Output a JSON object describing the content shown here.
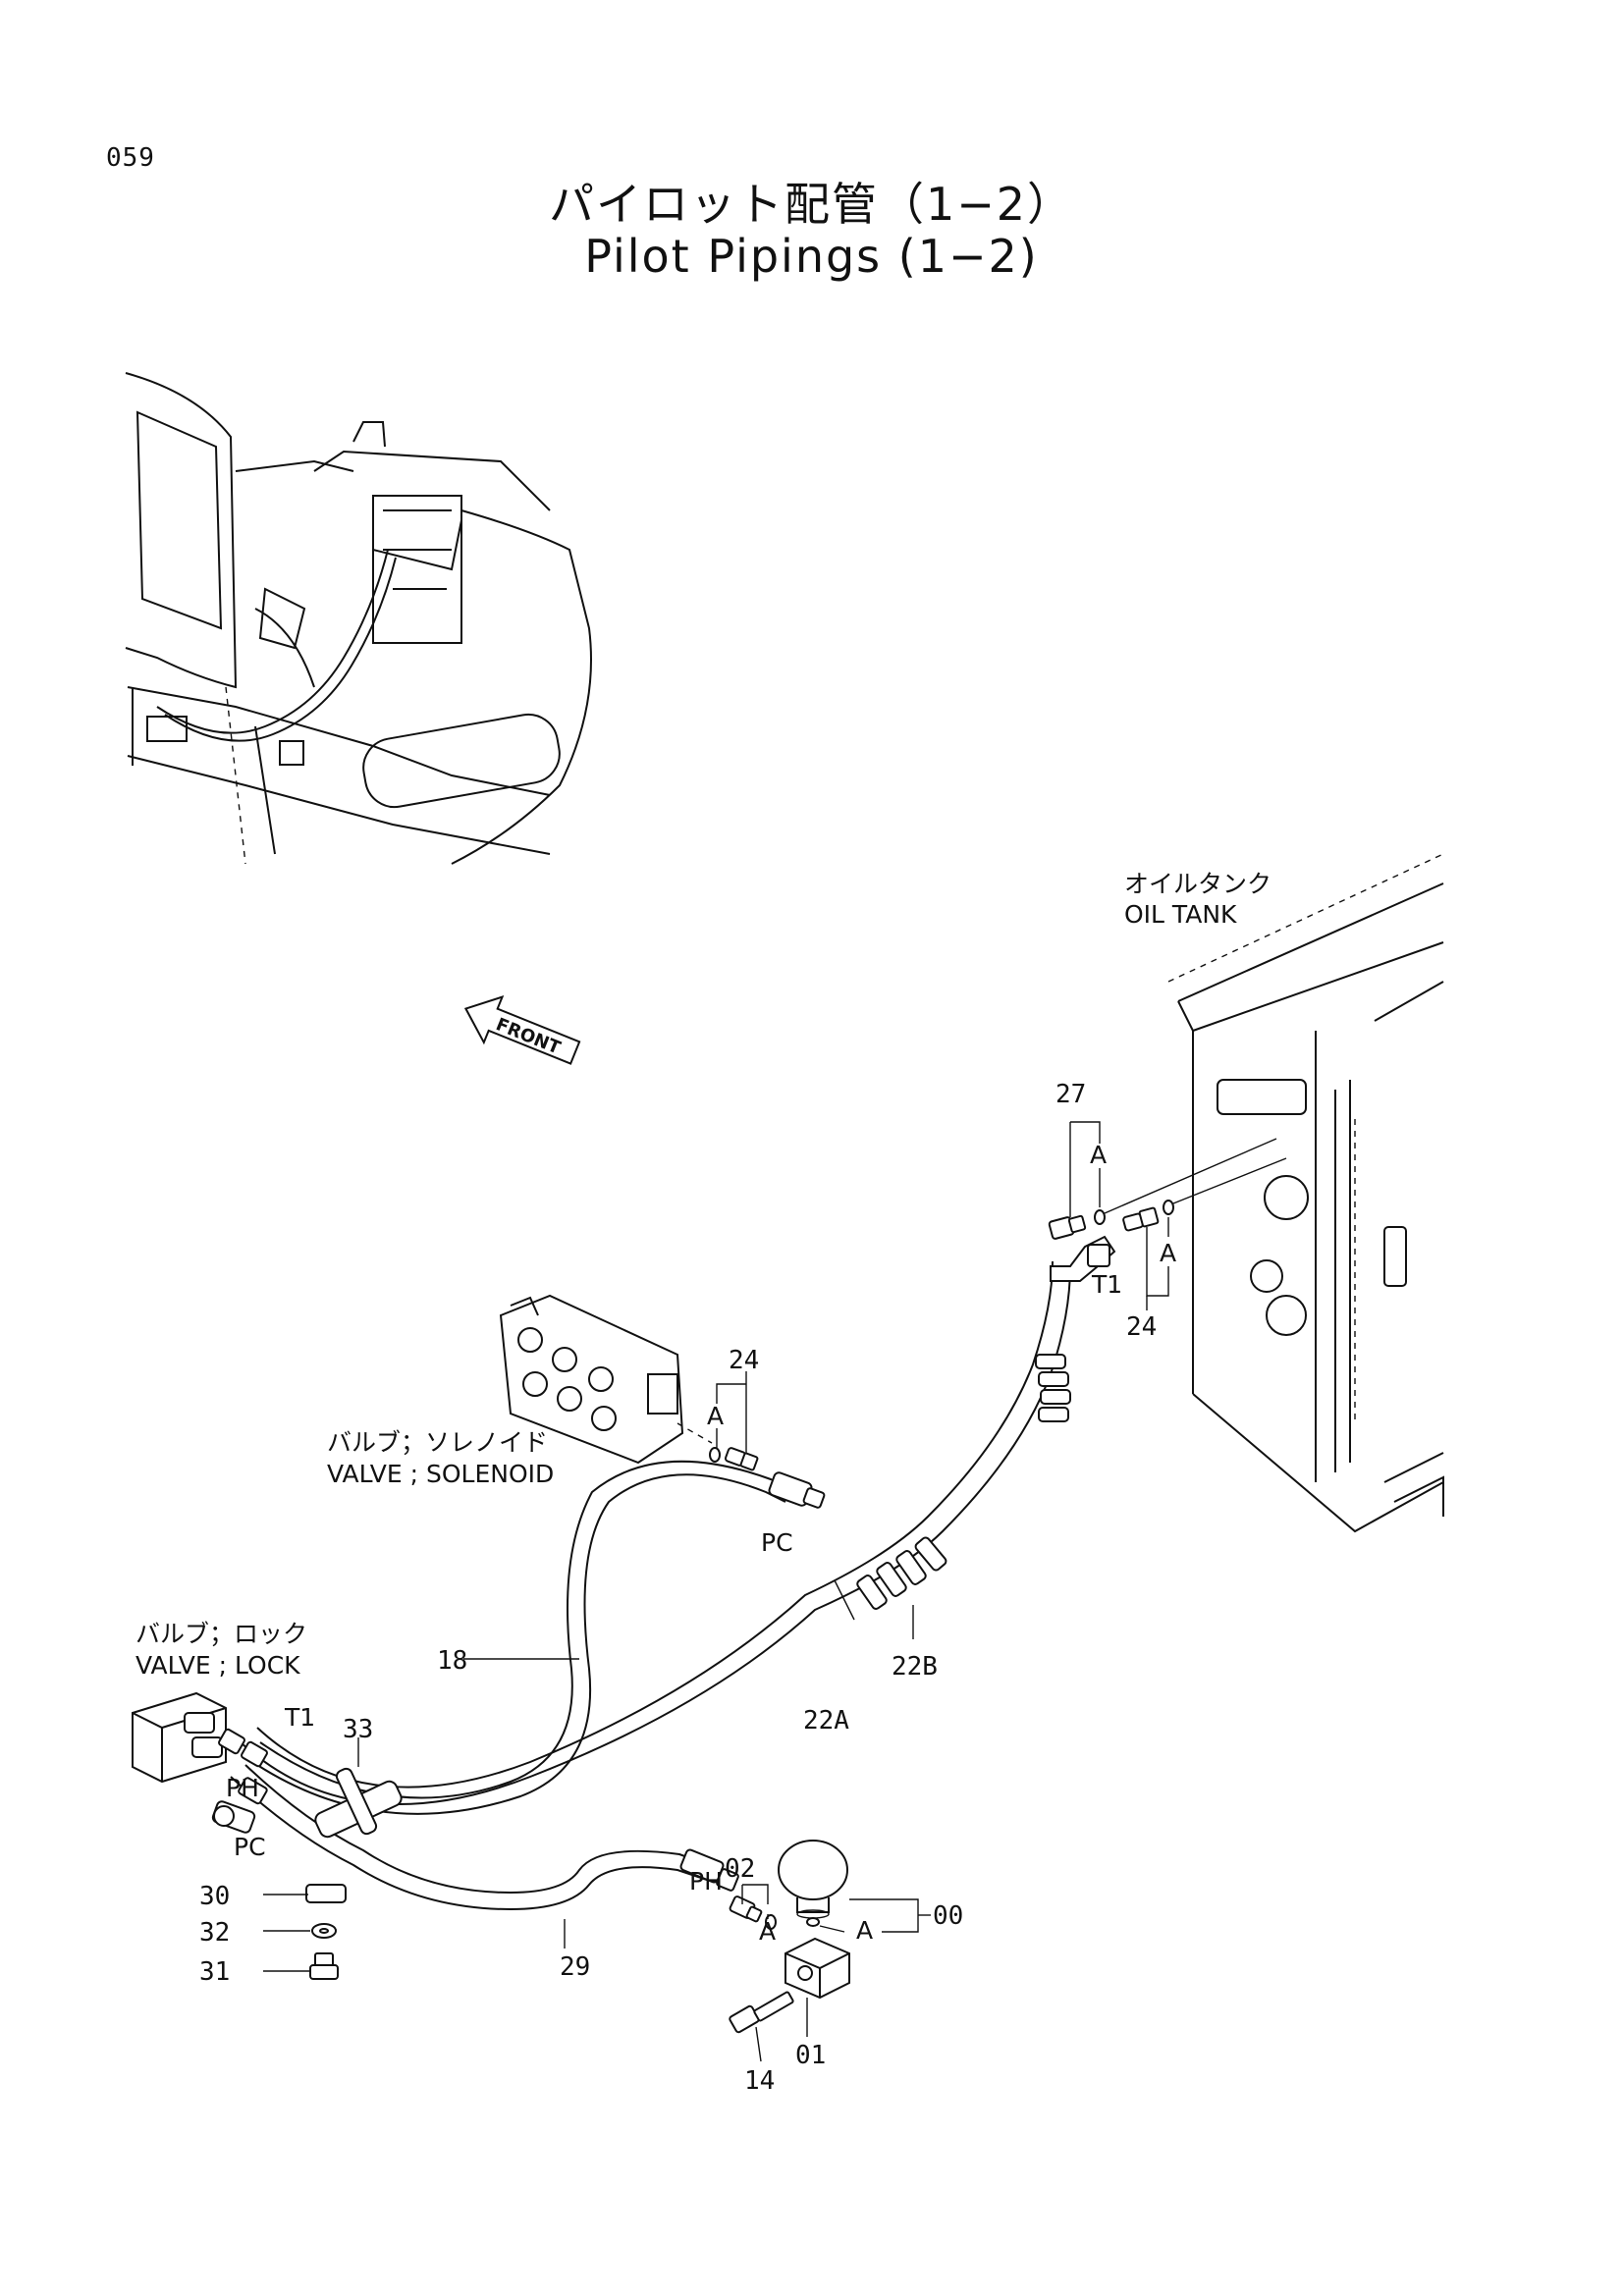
{
  "page_number": "059",
  "title_jp": "パイロット配管（1−2）",
  "title_en": "Pilot Pipings (1−2)",
  "labels": {
    "oil_tank_jp": "オイルタンク",
    "oil_tank_en": "OIL TANK",
    "front": "FRONT",
    "solenoid_jp": "バルブ；ソレノイド",
    "solenoid_en": "VALVE ; SOLENOID",
    "lock_jp": "バルブ；ロック",
    "lock_en": "VALVE ; LOCK"
  },
  "port_labels": {
    "t1_tank": "T1",
    "pc_solenoid": "PC",
    "t1_lock": "T1",
    "ph_lock": "PH",
    "pc_lock": "PC",
    "ph_hose": "PH"
  },
  "detail_markers": {
    "a_27": "A",
    "a_24_tank": "A",
    "a_24_solenoid": "A",
    "a_02": "A",
    "a_00": "A"
  },
  "part_numbers": {
    "p27": "27",
    "p24_tank": "24",
    "p24_solenoid": "24",
    "p18": "18",
    "p22A": "22A",
    "p22B": "22B",
    "p33": "33",
    "p30": "30",
    "p32": "32",
    "p31": "31",
    "p29": "29",
    "p02": "02",
    "p00": "00",
    "p01": "01",
    "p14": "14"
  }
}
